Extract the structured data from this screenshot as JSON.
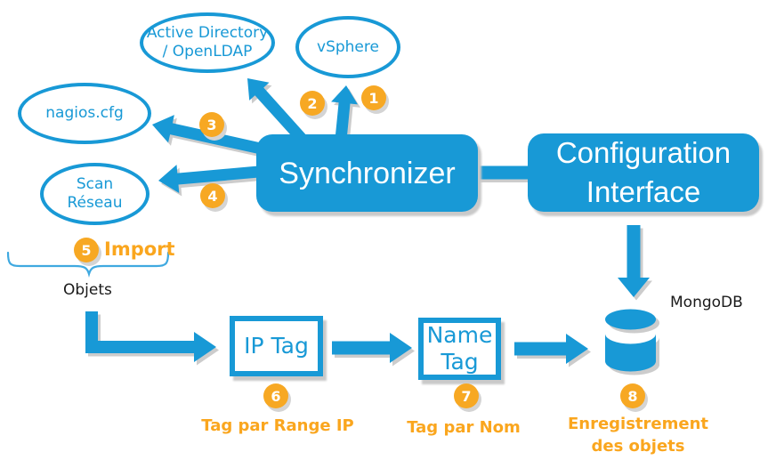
{
  "diagram": {
    "nodes": {
      "active_directory": {
        "line1": "Active Directory",
        "line2": "/ OpenLDAP"
      },
      "vsphere": {
        "label": "vSphere"
      },
      "nagios": {
        "label": "nagios.cfg"
      },
      "scan": {
        "line1": "Scan",
        "line2": "Réseau"
      },
      "synchronizer": {
        "label": "Synchronizer"
      },
      "config_interface": {
        "line1": "Configuration",
        "line2": "Interface"
      },
      "ip_tag": {
        "label": "IP Tag"
      },
      "name_tag": {
        "line1": "Name",
        "line2": "Tag"
      },
      "mongodb": {
        "label": "MongoDB"
      }
    },
    "badges": {
      "b1": "1",
      "b2": "2",
      "b3": "3",
      "b4": "4",
      "b5": "5",
      "b6": "6",
      "b7": "7",
      "b8": "8"
    },
    "labels": {
      "import": "Import",
      "objets": "Objets",
      "step6": "Tag par Range IP",
      "step7": "Tag par Nom",
      "step8_line1": "Enregistrement",
      "step8_line2": "des objets"
    },
    "colors": {
      "blue": "#1899D6",
      "badge_orange": "#F7A823",
      "label_orange": "#FAA61E"
    }
  }
}
